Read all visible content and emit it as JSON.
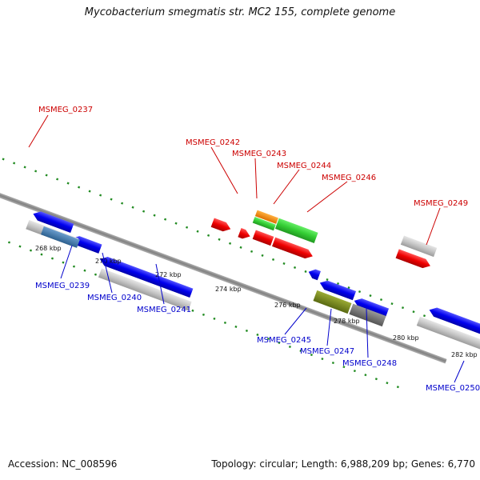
{
  "title": "Mycobacterium smegmatis str. MC2 155, complete genome",
  "footer": {
    "accession": "Accession: NC_008596",
    "stats": "Topology: circular; Length: 6,988,209 bp; Genes: 6,770"
  },
  "colors": {
    "forward_label": "#cc0000",
    "reverse_label": "#0000cc",
    "forward_gene": "#ee0000",
    "reverse_gene": "#0000ee",
    "rna_orange": "#ff8800",
    "rna_green": "#33cc33",
    "grey_feature": "#bbbbbb",
    "steelblue_feature": "#4682b4",
    "olive_feature": "#7a8a22",
    "darkgrey_feature": "#777777",
    "backbone": "#888888",
    "tick": "#228b22"
  },
  "ticks": [
    "268 kbp",
    "270 kbp",
    "272 kbp",
    "274 kbp",
    "276 kbp",
    "278 kbp",
    "280 kbp",
    "282 kbp"
  ],
  "forward_labels": [
    "MSMEG_0237",
    "MSMEG_0242",
    "MSMEG_0243",
    "MSMEG_0244",
    "MSMEG_0246",
    "MSMEG_0249"
  ],
  "reverse_labels": [
    "MSMEG_0239",
    "MSMEG_0240",
    "MSMEG_0241",
    "MSMEG_0245",
    "MSMEG_0247",
    "MSMEG_0248",
    "MSMEG_0250"
  ]
}
